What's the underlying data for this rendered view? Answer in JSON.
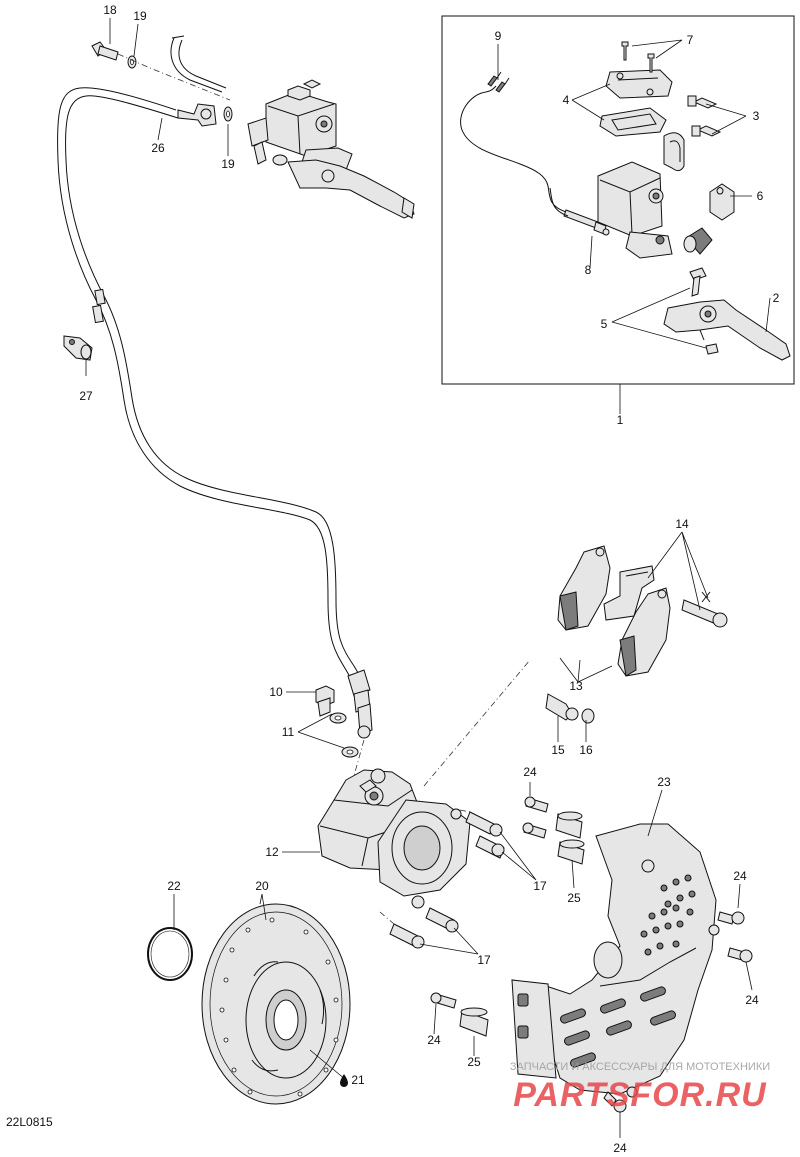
{
  "diagram_code": "22L0815",
  "part_numbers": [
    "1",
    "2",
    "3",
    "4",
    "5",
    "6",
    "7",
    "8",
    "9",
    "10",
    "11",
    "12",
    "13",
    "14",
    "15",
    "16",
    "17",
    "18",
    "19",
    "20",
    "21",
    "22",
    "23",
    "24",
    "25",
    "26",
    "27"
  ],
  "watermark": {
    "top_text": "ЗАПЧАСТИ И АКСЕССУАРЫ ДЛЯ МОТОТЕХНИКИ",
    "brand_text": "PARTSFOR.RU",
    "color": "#e8474b"
  },
  "colors": {
    "line": "#111111",
    "part_fill": "#e6e6e6",
    "shade": "#7c7c7c"
  }
}
